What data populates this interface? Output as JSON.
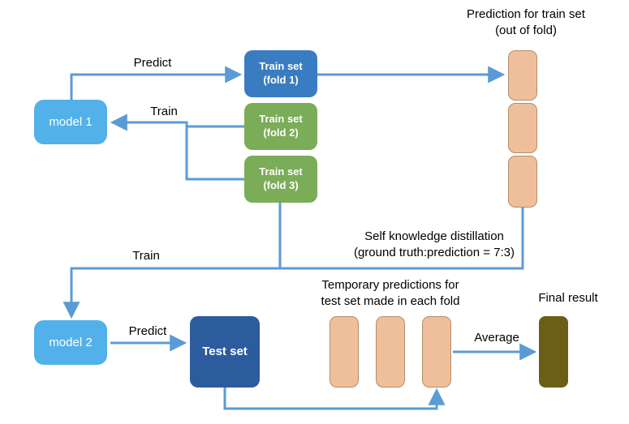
{
  "colors": {
    "arrow": "#5B9BD5",
    "model_fill": "#53B1E9",
    "fold1_fill": "#3A7CC2",
    "green_fill": "#7BAC58",
    "test_fill": "#2D5C9E",
    "pred_fill": "#EFBF9B",
    "pred_border": "#B28E68",
    "final_fill": "#6C5E14"
  },
  "nodes": {
    "model1": "model 1",
    "fold1": "Train set\n(fold 1)",
    "fold2": "Train set\n(fold 2)",
    "fold3": "Train set\n(fold 3)",
    "model2": "model 2",
    "test_set": "Test set"
  },
  "edge_labels": {
    "predict_top": "Predict",
    "train_top": "Train",
    "train_mid": "Train",
    "predict_bottom": "Predict",
    "average": "Average"
  },
  "captions": {
    "pred_train": "Prediction for train set\n(out of fold)",
    "distill": "Self knowledge distillation\n(ground truth:prediction = 7:3)",
    "temp_pred": "Temporary predictions for\ntest set made in each fold",
    "final": "Final result"
  }
}
